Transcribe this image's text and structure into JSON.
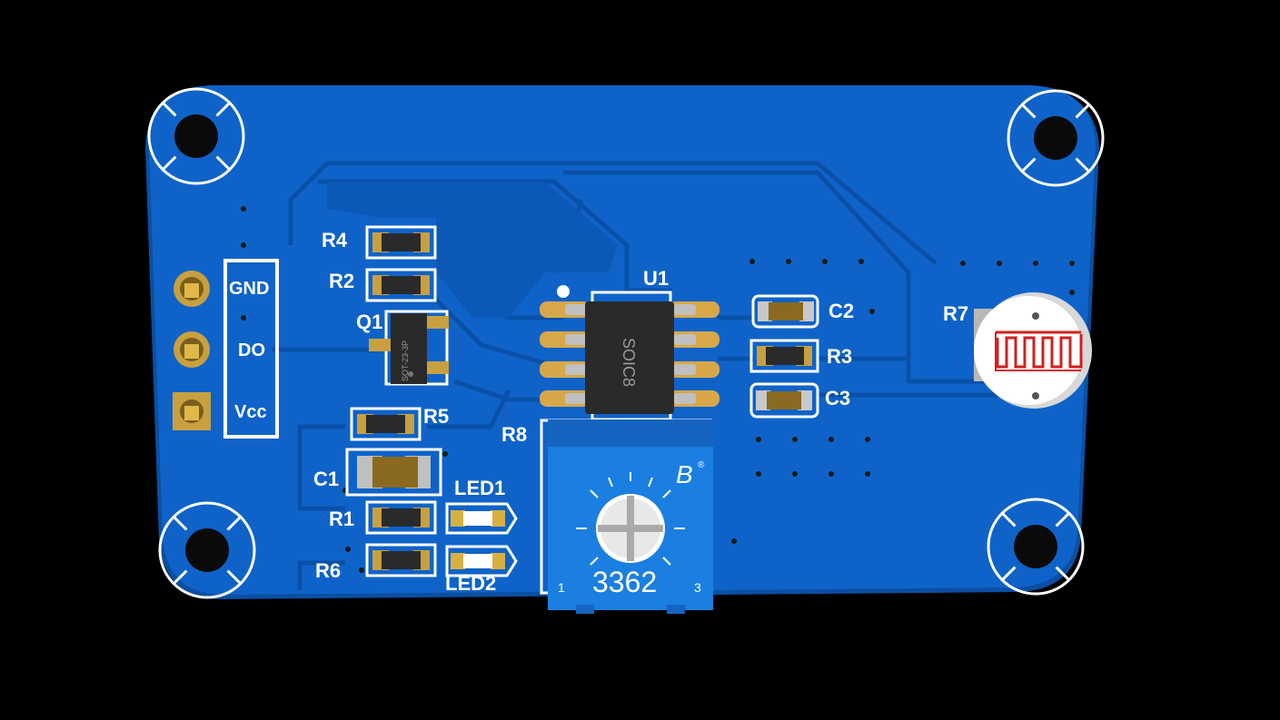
{
  "board": {
    "colors": {
      "background": "#000000",
      "pcb": "#0f63c8",
      "trace": "#0a50a8",
      "silkscreen": "#ffffff",
      "pad": "#c8a040",
      "ic_body": "#2a2a2a",
      "pot_body": "#1a7fe0"
    }
  },
  "connector": {
    "pins": [
      "GND",
      "DO",
      "Vcc"
    ]
  },
  "labels": {
    "r4": "R4",
    "r2": "R2",
    "q1": "Q1",
    "q1_marking": "SOT-23-3P",
    "u1": "U1",
    "u1_marking": "SOIC8",
    "c2": "C2",
    "r3": "R3",
    "c3": "C3",
    "r7": "R7",
    "r5": "R5",
    "r8": "R8",
    "c1": "C1",
    "led1": "LED1",
    "r1": "R1",
    "r6": "R6",
    "led2": "LED2"
  },
  "potentiometer": {
    "model": "3362",
    "pin_left": "1",
    "pin_right": "3",
    "brand": "B",
    "registered": "®"
  },
  "icons": [
    "mounting-hole-icon",
    "photoresistor-icon",
    "trimmer-knob-icon"
  ]
}
